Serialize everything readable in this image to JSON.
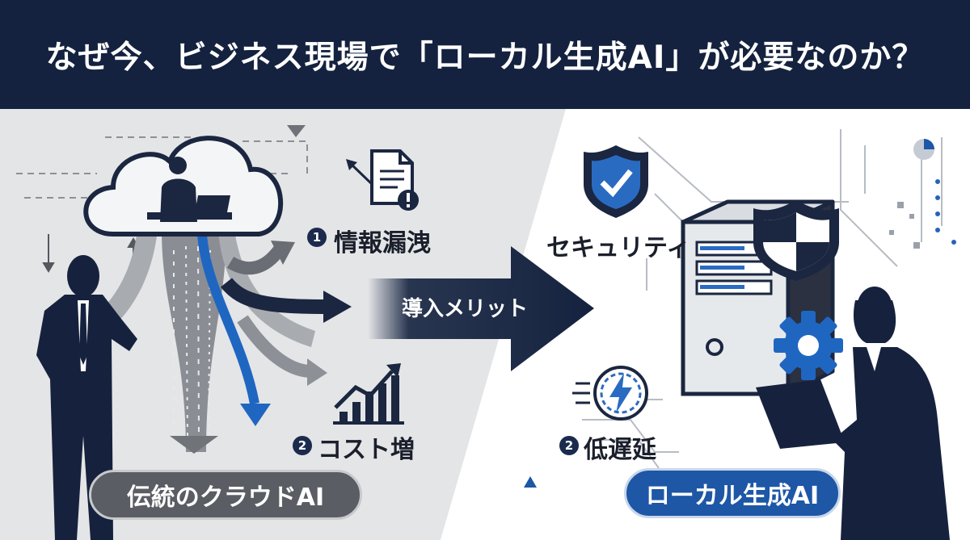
{
  "header": {
    "title": "なぜ今、ビジネス現場で「ローカル生成AI」が必要なのか？"
  },
  "left": {
    "risk1": {
      "number": "1",
      "label": "情報漏洩"
    },
    "risk2": {
      "number": "2",
      "label": "コスト増"
    },
    "pill_label": "伝統のクラウドAI"
  },
  "center": {
    "label": "導入メリット"
  },
  "right": {
    "merit1": {
      "label": "セキュリティ"
    },
    "merit2": {
      "number": "2",
      "label": "低遅延"
    },
    "pill_label": "ローカル生成AI"
  },
  "colors": {
    "navy": "#14223f",
    "blue": "#1d57a6",
    "gray": "#5a5d63",
    "left_bg": "#e4e5e7"
  },
  "icons": [
    "cloud-icon",
    "document-alert-icon",
    "growth-chart-icon",
    "shield-check-icon",
    "server-icon",
    "shield-icon",
    "gear-icon",
    "lightning-speed-icon",
    "pie-chart-icon"
  ]
}
